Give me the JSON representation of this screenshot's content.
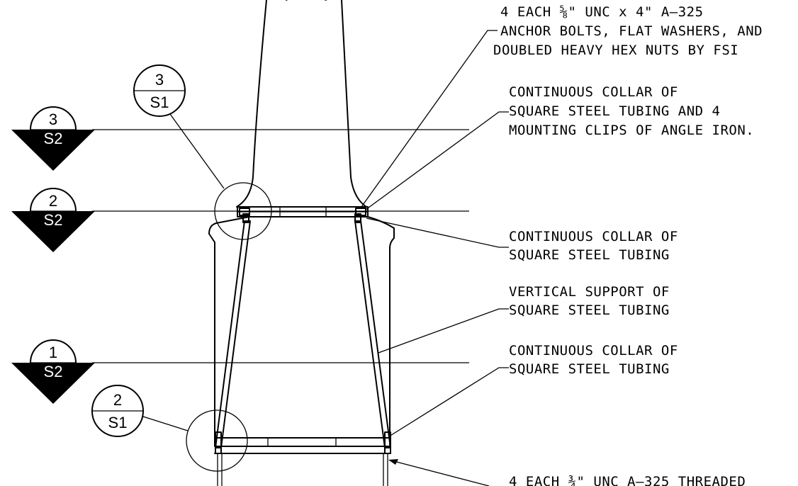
{
  "section_markers": [
    {
      "number": "3",
      "sheet": "S2"
    },
    {
      "number": "2",
      "sheet": "S2"
    },
    {
      "number": "1",
      "sheet": "S2"
    }
  ],
  "detail_tags": [
    {
      "number": "3",
      "sheet": "S1"
    },
    {
      "number": "2",
      "sheet": "S1"
    }
  ],
  "notes": {
    "anchor_bolts": {
      "line1": "4 EACH ⅝\" UNC x 4\" A–325",
      "line2": "ANCHOR BOLTS, FLAT WASHERS, AND",
      "line3": "DOUBLED HEAVY HEX NUTS BY FSI"
    },
    "collar_with_clips": {
      "line1": "CONTINUOUS COLLAR OF",
      "line2": "SQUARE STEEL TUBING AND 4",
      "line3": "MOUNTING CLIPS OF ANGLE IRON."
    },
    "upper_collar": {
      "line1": "CONTINUOUS COLLAR OF",
      "line2": "SQUARE STEEL TUBING"
    },
    "vertical_support": {
      "line1": "VERTICAL SUPPORT OF",
      "line2": "SQUARE STEEL TUBING"
    },
    "lower_collar": {
      "line1": "CONTINUOUS COLLAR OF",
      "line2": "SQUARE STEEL TUBING"
    },
    "threaded_rods": {
      "line1": "4 EACH ¾\" UNC A–325 THREADED"
    }
  }
}
